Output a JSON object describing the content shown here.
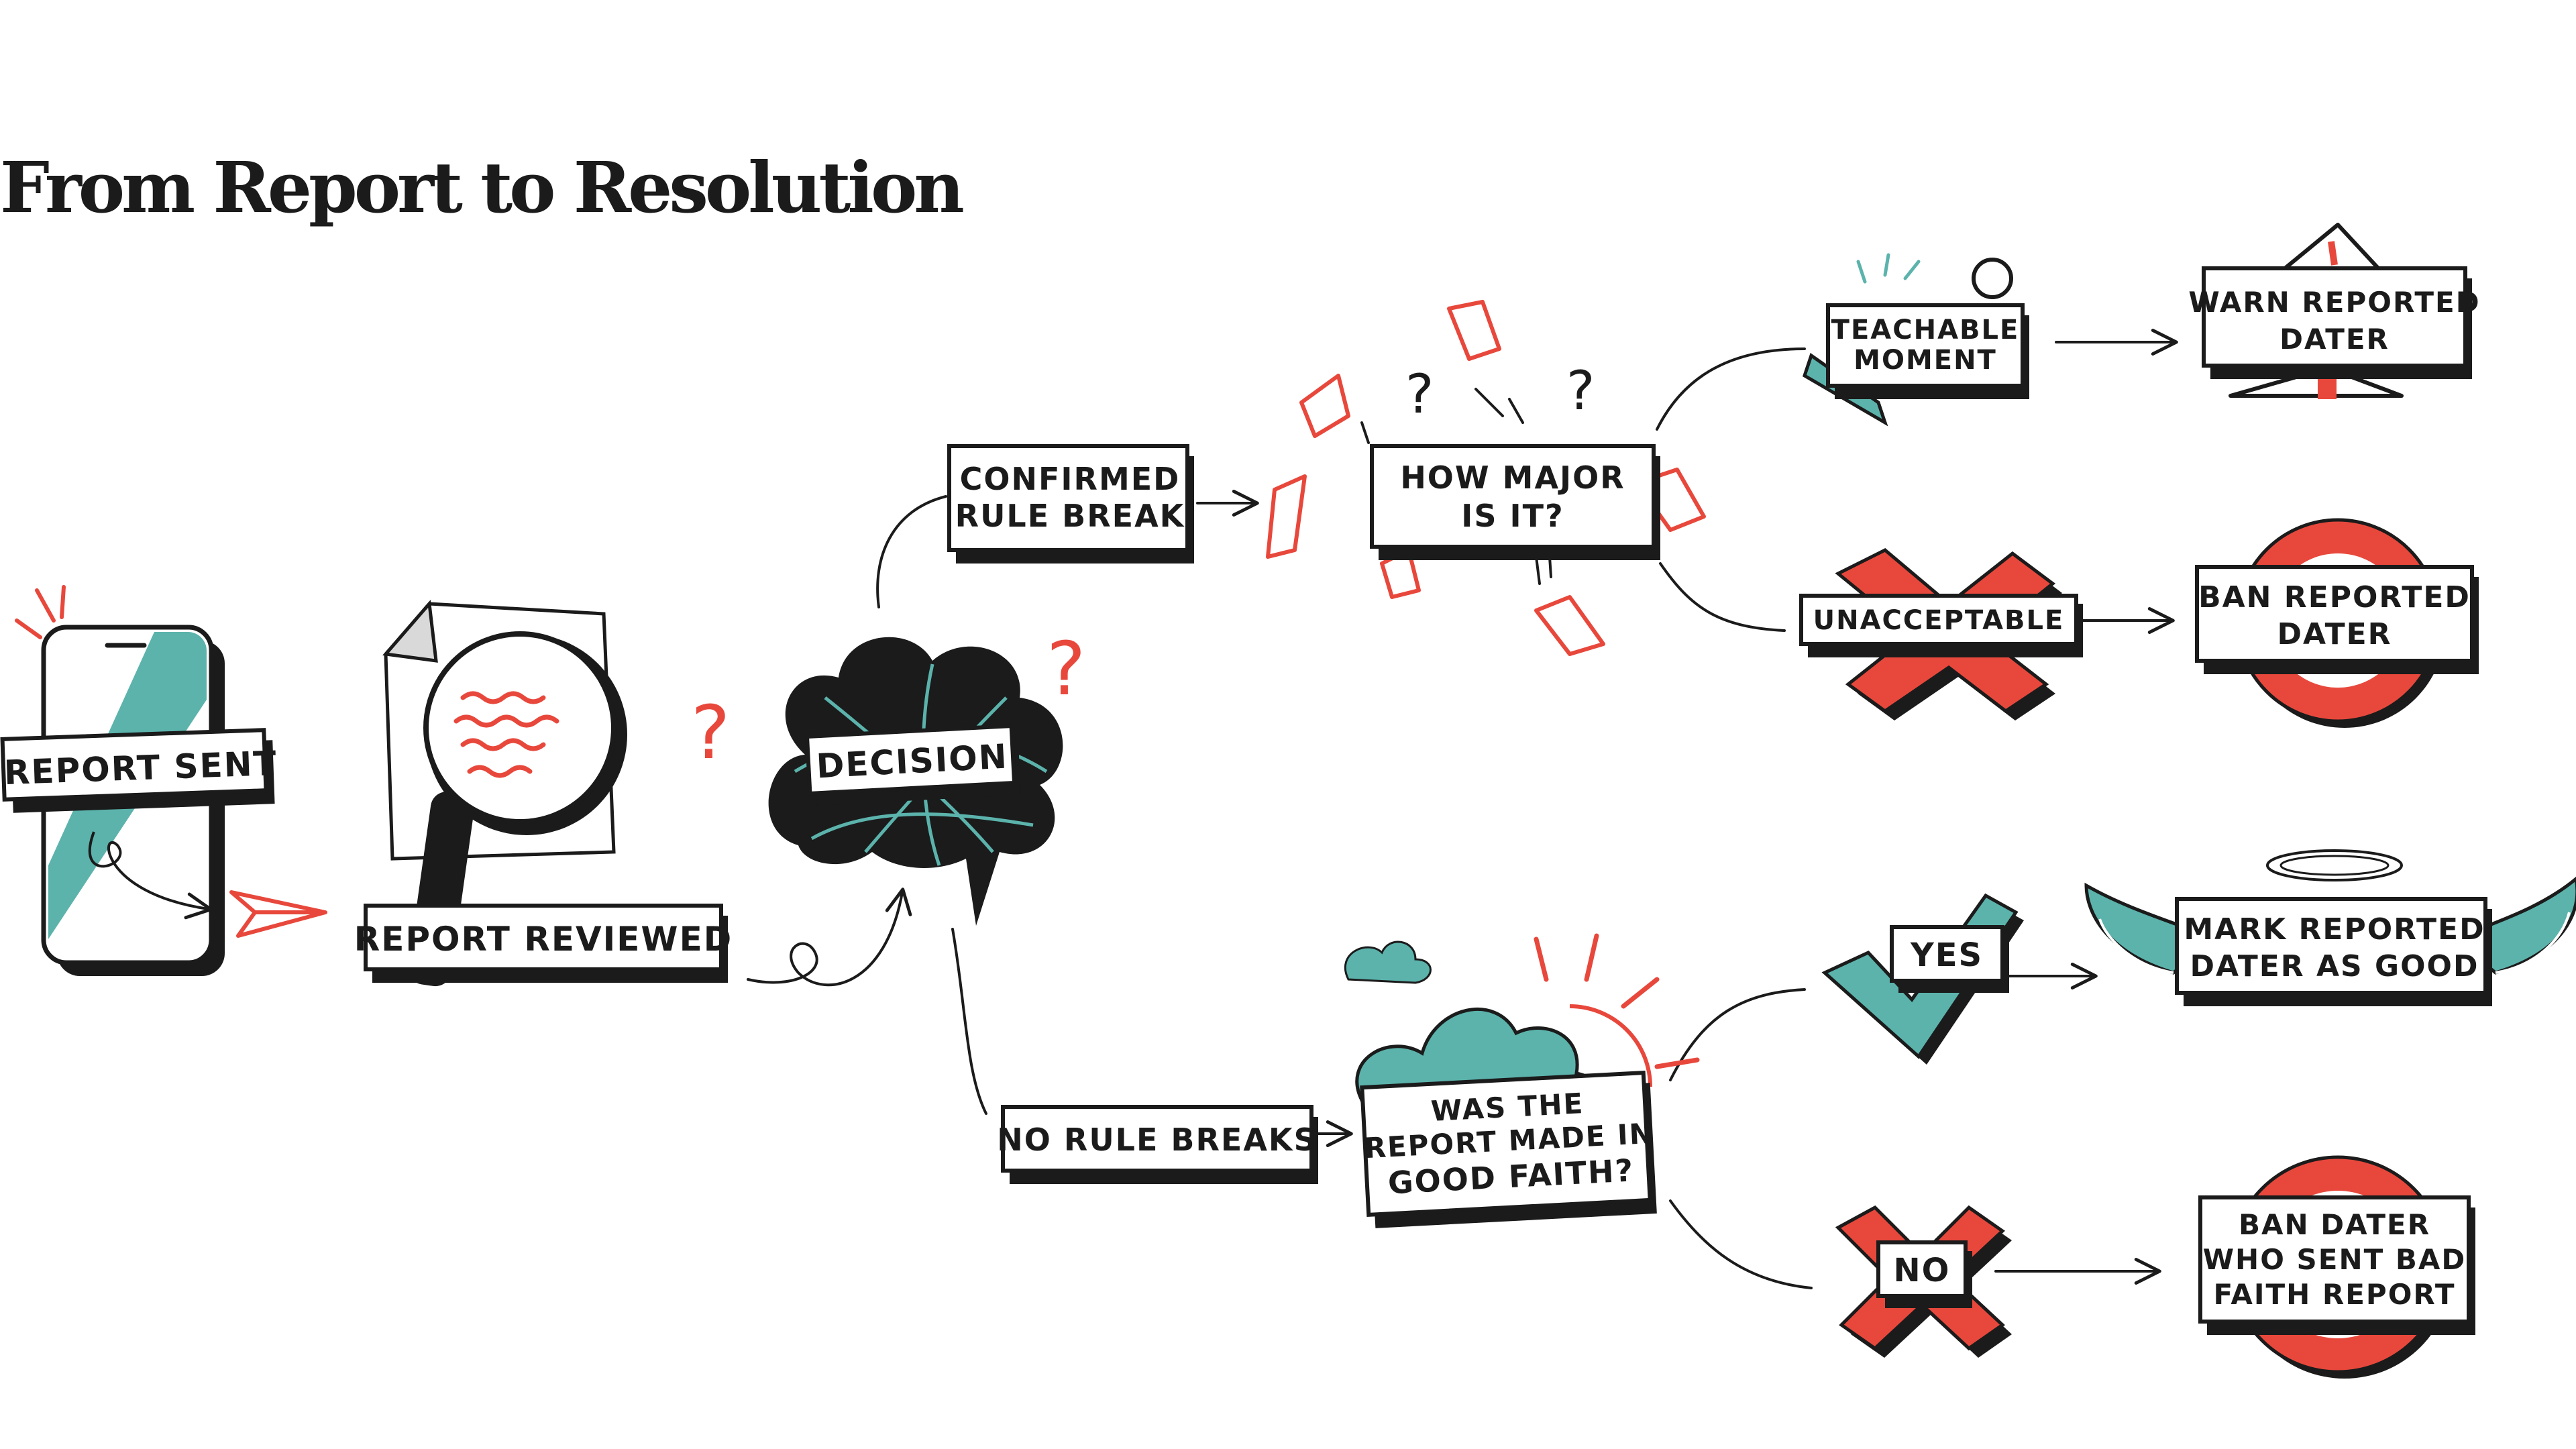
{
  "page": {
    "title": "From Report to Resolution"
  },
  "colors": {
    "ink": "#1b1b1b",
    "teal": "#5bb3ac",
    "red": "#e8483c",
    "paper": "#ffffff"
  },
  "nodes": {
    "report_sent": "REPORT SENT",
    "report_reviewed": "REPORT REVIEWED",
    "decision": "DECISION",
    "confirmed_line1": "CONFIRMED",
    "confirmed_line2": "RULE BREAK",
    "no_rule_breaks": "NO RULE BREAKS",
    "how_major_line1": "HOW MAJOR",
    "how_major_line2": "IS IT?",
    "teachable_line1": "TEACHABLE",
    "teachable_line2": "MOMENT",
    "unacceptable": "UNACCEPTABLE",
    "warn_line1": "WARN REPORTED",
    "warn_line2": "DATER",
    "ban_line1": "BAN REPORTED",
    "ban_line2": "DATER",
    "good_faith_line1": "WAS THE",
    "good_faith_line2": "REPORT MADE IN",
    "good_faith_line3": "GOOD FAITH?",
    "yes": "YES",
    "no": "NO",
    "mark_line1": "MARK REPORTED",
    "mark_line2": "DATER AS GOOD",
    "ban_bad_line1": "BAN DATER",
    "ban_bad_line2": "WHO SENT BAD",
    "ban_bad_line3": "FAITH REPORT"
  },
  "icons": {
    "phone": "phone-icon",
    "paper_plane": "paper-plane-icon",
    "magnifier": "magnifying-glass-icon",
    "cloud": "storm-cloud-icon",
    "question": "question-mark-icon",
    "flag": "warning-flag-icon",
    "cross": "red-x-icon",
    "ban": "ban-sign-icon",
    "check": "check-mark-icon",
    "wings": "angel-wings-icon",
    "halo": "halo-icon",
    "sun": "sun-icon"
  }
}
